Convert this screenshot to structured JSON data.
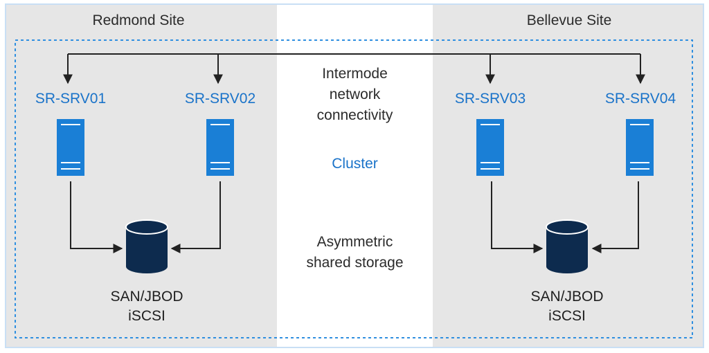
{
  "sites": {
    "left": "Redmond Site",
    "right": "Bellevue Site"
  },
  "servers": [
    {
      "name": "SR-SRV01"
    },
    {
      "name": "SR-SRV02"
    },
    {
      "name": "SR-SRV03"
    },
    {
      "name": "SR-SRV04"
    }
  ],
  "center": {
    "network_line1": "Intermode",
    "network_line2": "network",
    "network_line3": "connectivity",
    "cluster": "Cluster",
    "storage_line1": "Asymmetric",
    "storage_line2": "shared storage"
  },
  "storage": [
    {
      "line1": "SAN/JBOD",
      "line2": "iSCSI"
    },
    {
      "line1": "SAN/JBOD",
      "line2": "iSCSI"
    }
  ],
  "colors": {
    "site_bg": "#e6e6e6",
    "server_blue": "#1a7fd6",
    "disk_navy": "#0d2b4e",
    "dashed_border": "#2f8fe0",
    "text_blue": "#1a73c9"
  }
}
